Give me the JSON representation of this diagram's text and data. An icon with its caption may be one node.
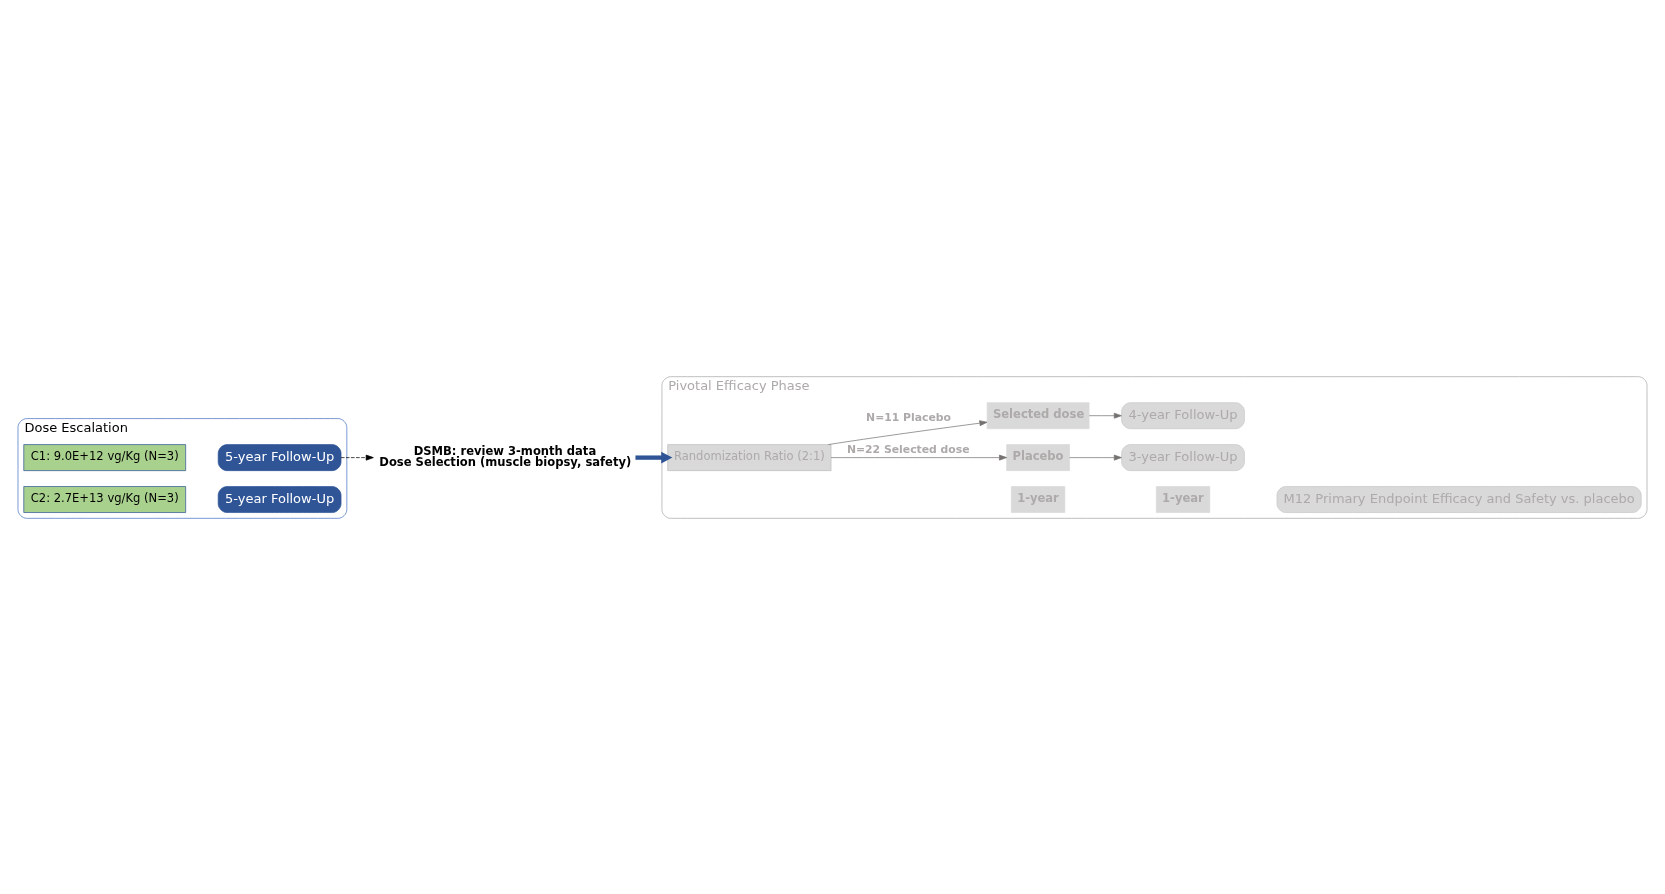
{
  "diagram": {
    "nodes": [
      {
        "text": [
          "Dose Escalation"
        ]
      },
      {
        "text": [
          "C1: 9.0E+12 vg/Kg (N=3)"
        ],
        "in": 0
      },
      {
        "text": [
          "5-year Follow-Up"
        ],
        "in": 0
      },
      {
        "text": [
          "C2: 2.7E+13 vg/Kg (N=3)"
        ],
        "in": 0
      },
      {
        "text": [
          "5-year Follow-Up"
        ],
        "in": 0
      },
      {
        "text": [
          "DSMB: review 3-month data",
          "Dose Selection (muscle biopsy, safety)"
        ]
      },
      {
        "text": [
          "Pivotal Efficacy Phase"
        ]
      },
      {
        "text": [
          "Randomization Ratio (2:1)"
        ],
        "in": 6
      },
      {
        "text": [
          "Placebo"
        ],
        "in": 6
      },
      {
        "text": [
          "3-year Follow-Up"
        ],
        "in": 6
      },
      {
        "text": [
          "Selected dose"
        ],
        "in": 6
      },
      {
        "text": [
          "4-year Follow-Up"
        ],
        "in": 6
      },
      {
        "text": [
          "1-year"
        ],
        "in": 6
      },
      {
        "text": [
          "1-year"
        ],
        "in": 6
      },
      {
        "text": [
          "M12 Primary Endpoint Efficacy and Safety vs. placebo"
        ],
        "in": 6
      }
    ],
    "edges": [
      {
        "from": 2,
        "to": 5,
        "arrow": "to",
        "style": "dashed",
        "color": "#000000"
      },
      {
        "from": 5,
        "to": 7,
        "arrow": "to",
        "style": "thick",
        "color": "#2f5597"
      },
      {
        "from": 7,
        "to": 8,
        "arrow": "to",
        "label": "N=22 Selected dose"
      },
      {
        "from": 7,
        "to": 10,
        "arrow": "to",
        "label": "N=11 Placebo"
      },
      {
        "from": 8,
        "to": 9,
        "arrow": "to"
      },
      {
        "from": 10,
        "to": 11,
        "arrow": "to"
      }
    ]
  }
}
